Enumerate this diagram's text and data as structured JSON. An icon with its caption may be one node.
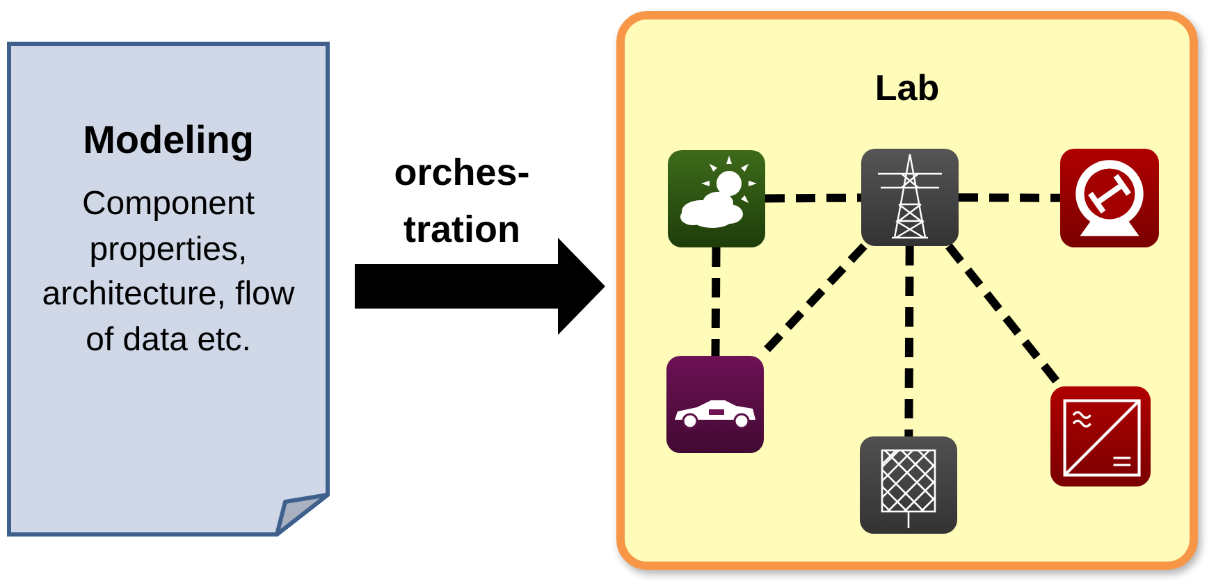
{
  "diagram": {
    "nodes": [
      {
        "text": [
          "Modeling",
          "Component properties, architecture, flow of data etc."
        ]
      },
      {
        "text": [
          "Lab"
        ]
      },
      {
        "text": [],
        "shape": "picture",
        "in": 1
      },
      {
        "text": [],
        "shape": "picture",
        "in": 1
      },
      {
        "text": [],
        "shape": "picture",
        "in": 1
      },
      {
        "text": [],
        "shape": "picture",
        "in": 1
      },
      {
        "text": [],
        "shape": "picture",
        "in": 1
      },
      {
        "text": [],
        "shape": "picture",
        "in": 1
      }
    ],
    "edges": [
      {
        "from": 0,
        "to": 1,
        "arrow": "to",
        "label": "orches- tration",
        "style": "thick"
      },
      {
        "from": 2,
        "to": 3,
        "arrow": "none",
        "style": "dashed"
      },
      {
        "from": 3,
        "to": 4,
        "arrow": "none",
        "style": "dashed"
      },
      {
        "from": 2,
        "to": 5,
        "arrow": "none",
        "style": "dashed"
      },
      {
        "from": 3,
        "to": 5,
        "arrow": "none",
        "style": "dashed"
      },
      {
        "from": 3,
        "to": 6,
        "arrow": "none",
        "style": "dashed"
      },
      {
        "from": 3,
        "to": 7,
        "arrow": "none",
        "style": "dashed"
      }
    ]
  }
}
